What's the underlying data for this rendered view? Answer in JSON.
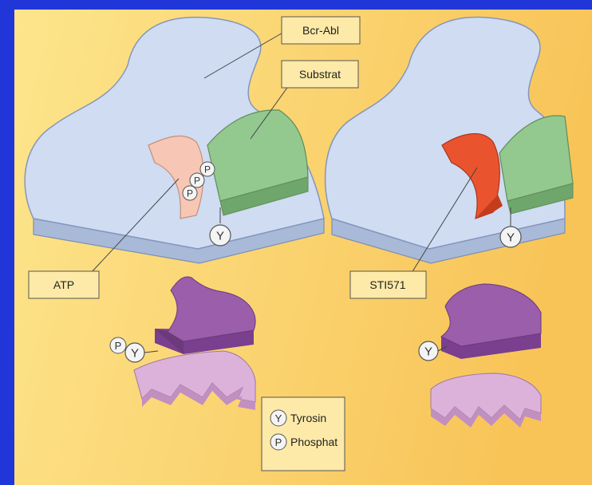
{
  "labels": {
    "bcr_abl": "Bcr-Abl",
    "substrat": "Substrat",
    "atp": "ATP",
    "sti571": "STI571"
  },
  "glyphs": {
    "tyrosine": "Y",
    "phosphate": "P"
  },
  "legend": {
    "tyrosin": "Tyrosin",
    "phosphat": "Phosphat"
  },
  "colors": {
    "background": "#2136d8",
    "panel": "#fbd067",
    "kinase": "#cfdcf2",
    "substrate": "#93c98f",
    "atp": "#f8c6b4",
    "sti571": "#e9542f",
    "protein_dark": "#9a5eab",
    "protein_light": "#dcb2db"
  }
}
